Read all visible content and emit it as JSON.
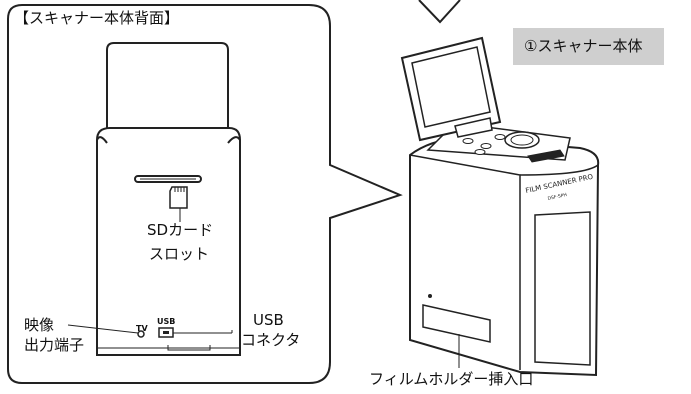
{
  "back_view": {
    "title": "【スキャナー本体背面】",
    "sd_slot_label": [
      "SDカード",
      "スロット"
    ],
    "video_out_label": [
      "映像",
      "出力端子"
    ],
    "usb_connector_label": [
      "USB",
      "コネクタ"
    ],
    "port_tv_text": "TV",
    "port_usb_text": "USB"
  },
  "front_view": {
    "badge_label": "①スキャナー本体",
    "film_holder_label": "フィルムホルダー挿入口",
    "brand_text": "FILM SCANNER",
    "brand_suffix": "PRO",
    "model_text": "DSF-SPH"
  }
}
